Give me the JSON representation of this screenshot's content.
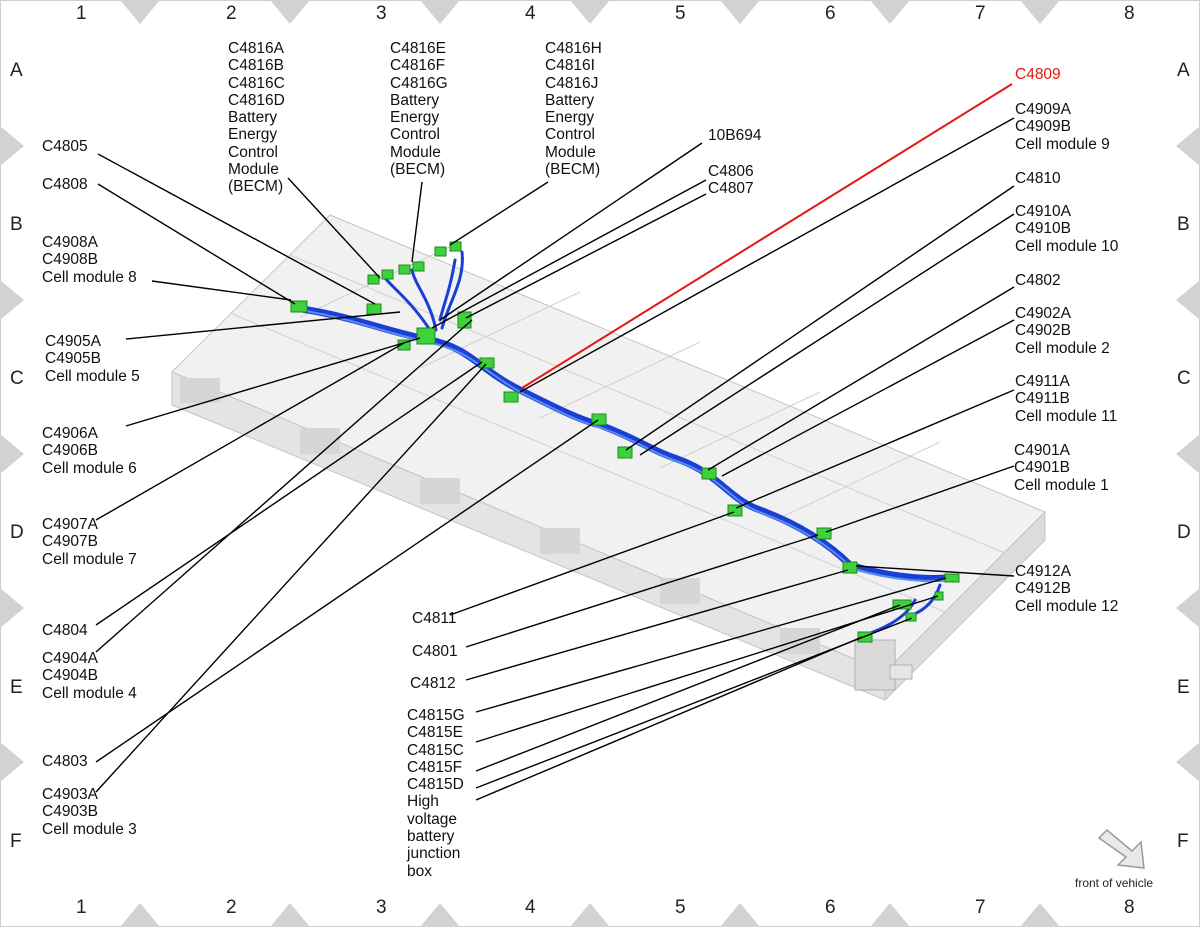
{
  "grid": {
    "columns": [
      "1",
      "2",
      "3",
      "4",
      "5",
      "6",
      "7",
      "8"
    ],
    "rows": [
      "A",
      "B",
      "C",
      "D",
      "E",
      "F"
    ]
  },
  "colors": {
    "harness": "#1a3fd6",
    "harness_highlight": "#5b8cf0",
    "connector": "#3dd23d",
    "callout_line": "#000000",
    "highlight": "#e1190f",
    "frame": "#cfcfcf"
  },
  "labels": {
    "c4816a_group": "C4816A\nC4816B\nC4816C\nC4816D\nBattery\nEnergy\nControl\nModule\n(BECM)",
    "c4816e_group": "C4816E\nC4816F\nC4816G\nBattery\nEnergy\nControl\nModule\n(BECM)",
    "c4816h_group": "C4816H\nC4816I\nC4816J\nBattery\nEnergy\nControl\nModule\n(BECM)",
    "c4809": "C4809",
    "c4909": "C4909A\nC4909B\nCell module 9",
    "l10b694": "10B694",
    "c4806": "C4806\nC4807",
    "c4805": "C4805",
    "c4808": "C4808",
    "c4908": "C4908A\nC4908B\nCell module 8",
    "c4905": "C4905A\nC4905B\nCell module 5",
    "c4906": "C4906A\nC4906B\nCell module 6",
    "c4907": "C4907A\nC4907B\nCell module 7",
    "c4804": "C4804",
    "c4904": "C4904A\nC4904B\nCell module 4",
    "c4803": "C4803",
    "c4903": "C4903A\nC4903B\nCell module 3",
    "c4810": "C4810",
    "c4910": "C4910A\nC4910B\nCell module 10",
    "c4802": "C4802",
    "c4902": "C4902A\nC4902B\nCell module 2",
    "c4911": "C4911A\nC4911B\nCell module 11",
    "c4901": "C4901A\nC4901B\nCell module 1",
    "c4912": "C4912A\nC4912B\nCell module 12",
    "c4811": "C4811",
    "c4801": "C4801",
    "c4812": "C4812",
    "c4815": "C4815G\nC4815E\nC4815C\nC4815F\nC4815D\nHigh\nvoltage\nbattery\njunction\nbox"
  },
  "front_of_vehicle": "front of vehicle"
}
